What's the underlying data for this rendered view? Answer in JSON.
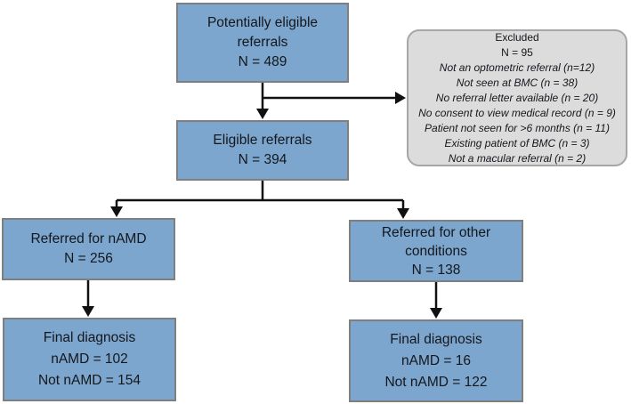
{
  "colors": {
    "box_fill": "#7ca6ce",
    "box_border": "#7f7f7f",
    "excluded_fill": "#dcdcdc",
    "excluded_border": "#a6a6a6",
    "arrow": "#111111",
    "text": "#14171c",
    "background": "#ffffff"
  },
  "boxes": {
    "potentially_eligible": {
      "lines": [
        "Potentially eligible",
        "referrals",
        "N = 489"
      ]
    },
    "eligible": {
      "lines": [
        "Eligible referrals",
        "N = 394"
      ]
    },
    "referred_namd": {
      "lines": [
        "Referred for nAMD",
        "N = 256"
      ]
    },
    "referred_other": {
      "lines": [
        "Referred for other",
        "conditions",
        "N = 138"
      ]
    },
    "final_namd": {
      "lines": [
        "Final diagnosis",
        "nAMD = 102",
        "Not nAMD = 154"
      ]
    },
    "final_other": {
      "lines": [
        "Final diagnosis",
        "nAMD = 16",
        "Not nAMD = 122"
      ]
    },
    "excluded": {
      "title": "Excluded",
      "count": "N = 95",
      "reasons": [
        "Not an optometric referral (n=12)",
        "Not seen at BMC (n = 38)",
        "No referral letter available (n = 20)",
        "No consent to view medical record (n = 9)",
        "Patient not seen for >6 months (n = 11)",
        "Existing patient of BMC (n = 3)",
        "Not a macular referral (n = 2)"
      ]
    }
  }
}
